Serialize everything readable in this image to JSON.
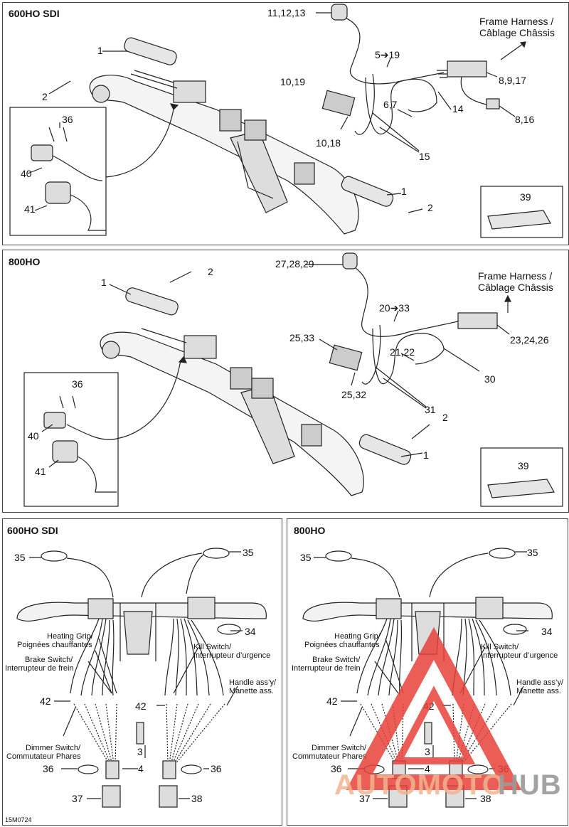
{
  "panels": {
    "top": {
      "title": "600HO SDI",
      "labels": {
        "l1a": "1",
        "l2a": "2",
        "l36": "36",
        "l40": "40",
        "l41": "41",
        "l111213": "11,12,13",
        "l519": "5➔19",
        "frame1": "Frame Harness /",
        "frame2": "Câblage Châssis",
        "l8917": "8,9,17",
        "l1019": "10,19",
        "l67": "6,7",
        "l14": "14",
        "l816": "8,16",
        "l1018": "10,18",
        "l15": "15",
        "l1b": "1",
        "l2b": "2",
        "l39": "39"
      }
    },
    "mid": {
      "title": "800HO",
      "labels": {
        "l1a": "1",
        "l2a": "2",
        "l36": "36",
        "l40": "40",
        "l41": "41",
        "l272829": "27,28,29",
        "l2033": "20➔33",
        "frame1": "Frame Harness /",
        "frame2": "Câblage Châssis",
        "l232426": "23,24,26",
        "l2533": "25,33",
        "l2122": "21,22",
        "l30": "30",
        "l2532": "25,32",
        "l31": "31",
        "l2b": "2",
        "l1b": "1",
        "l39": "39"
      }
    },
    "bl": {
      "title": "600HO SDI",
      "labels": {
        "l35a": "35",
        "l35b": "35",
        "heat1": "Heating Grip/",
        "heat2": "Poignées chauffantes",
        "l34": "34",
        "brake1": "Brake Switch/",
        "brake2": "Interrupteur de frein",
        "kill1": "Kill Switch/",
        "kill2": "Interrupteur d’urgence",
        "hand1": "Handle ass’y/",
        "hand2": "Manette ass.",
        "l42a": "42",
        "l42b": "42",
        "dim1": "Dimmer Switch/",
        "dim2": "Commutateur Phares",
        "l3": "3",
        "l36a": "36",
        "l4": "4",
        "l36b": "36",
        "l37": "37",
        "l38": "38"
      }
    },
    "br": {
      "title": "800HO",
      "labels": {
        "l35a": "35",
        "l35b": "35",
        "heat1": "Heating Grip/",
        "heat2": "Poignées chauffantes",
        "l34": "34",
        "brake1": "Brake Switch/",
        "brake2": "Interrupteur de frein",
        "kill1": "Kill Switch/",
        "kill2": "Interrupteur d’urgence",
        "hand1": "Handle ass’y/",
        "hand2": "Manette ass.",
        "l42a": "42",
        "l42b": "42",
        "dim1": "Dimmer Switch/",
        "dim2": "Commutateur Phares",
        "l3": "3",
        "l36a": "36",
        "l4": "4",
        "l36b": "36",
        "l37": "37",
        "l38": "38"
      }
    }
  },
  "figure_code": "15M0724",
  "watermark": {
    "text1": "AUTOMOTO",
    "text2": "HUB",
    "color1": "#f2b48f",
    "color2": "#9a9a9a",
    "triangle_color": "#e8413a"
  }
}
